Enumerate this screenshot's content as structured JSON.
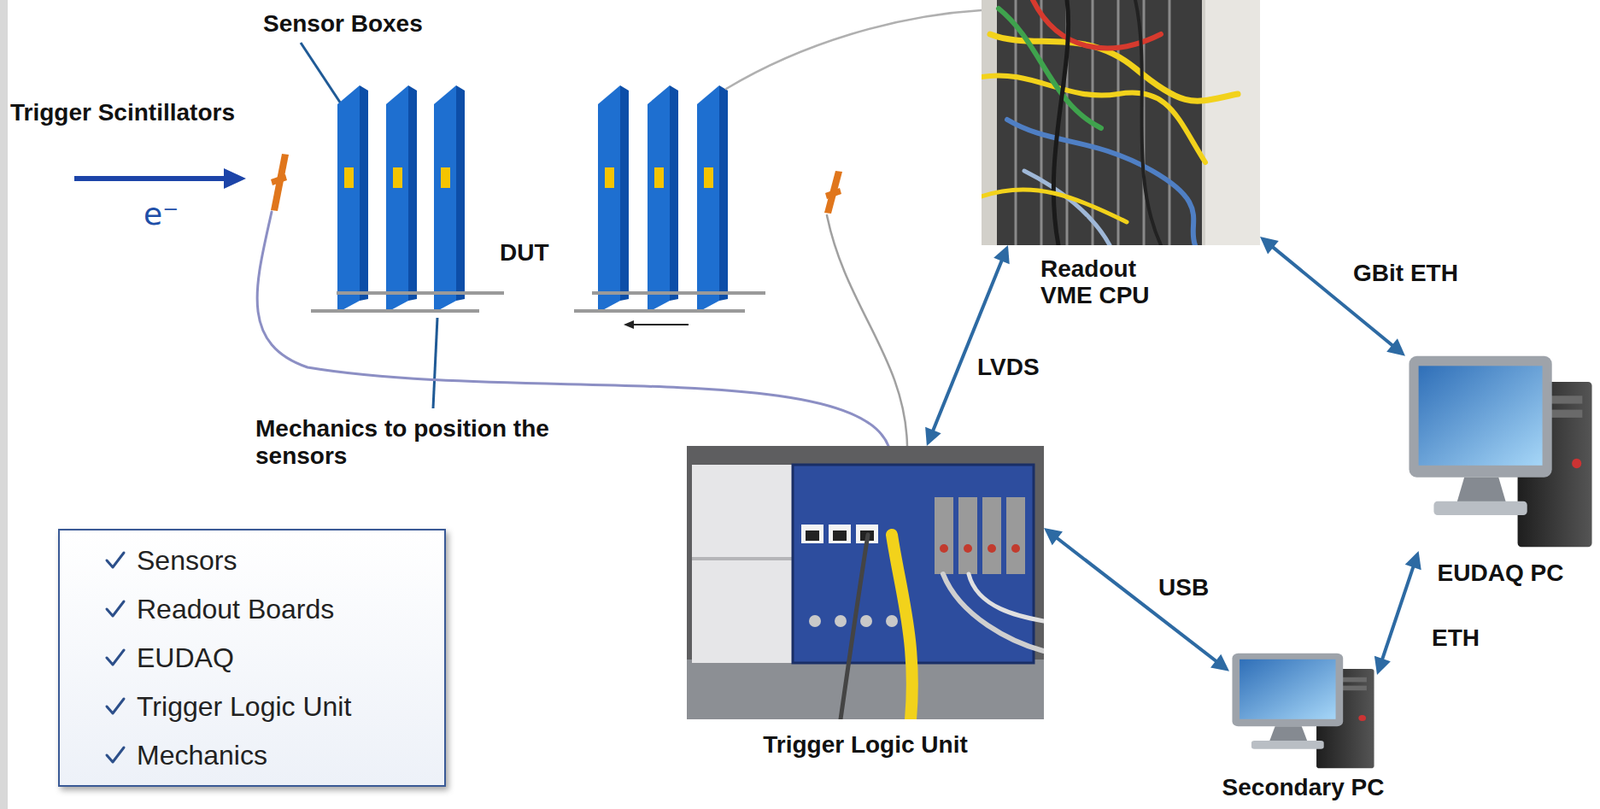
{
  "diagram": {
    "nodes": [
      {
        "text": [
          "Readout VME CPU"
        ]
      },
      {
        "text": [
          "EUDAQ PC"
        ]
      },
      {
        "text": [
          "Sensors",
          "Readout Boards",
          "EUDAQ",
          "Trigger Logic Unit",
          "Mechanics"
        ]
      },
      {
        "text": [
          "Trigger Logic Unit"
        ]
      },
      {
        "text": [
          "Secondary PC"
        ]
      }
    ],
    "edges": [
      {
        "from": 3,
        "to": 0,
        "label": "LVDS",
        "arrow": "both"
      },
      {
        "from": 0,
        "to": 1,
        "label": "GBit ETH",
        "arrow": "both"
      },
      {
        "from": 3,
        "to": 4,
        "label": "USB",
        "arrow": "both"
      },
      {
        "from": 4,
        "to": 1,
        "label": "ETH",
        "arrow": "both"
      }
    ],
    "labels": [
      "Sensor Boxes",
      "Trigger Scintillators",
      "e⁻",
      "DUT",
      "Mechanics to position the sensors"
    ]
  }
}
